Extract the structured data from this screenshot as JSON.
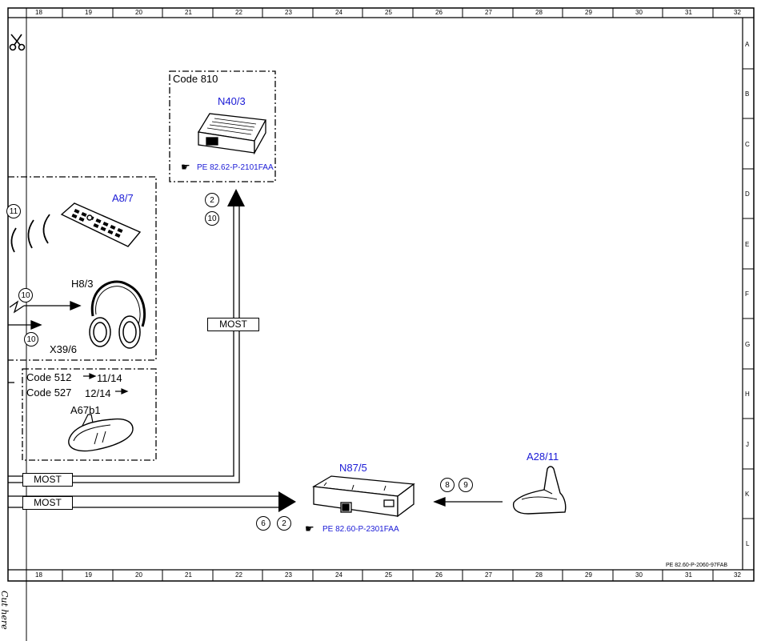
{
  "grid": {
    "columns": [
      "18",
      "19",
      "20",
      "21",
      "22",
      "23",
      "24",
      "25",
      "26",
      "27",
      "28",
      "29",
      "30",
      "31",
      "32"
    ],
    "rows": [
      "A",
      "B",
      "C",
      "D",
      "E",
      "F",
      "G",
      "H",
      "J",
      "K",
      "L"
    ]
  },
  "diagram_id": "PE 82.60-P-2060-97FAB",
  "cut_label": "Cut here",
  "components": {
    "n40_3": {
      "code": "Code 810",
      "name": "N40/3",
      "ref": "PE 82.62-P-2101FAA"
    },
    "a8_7": {
      "name": "A8/7"
    },
    "h8_3": {
      "name": "H8/3"
    },
    "x39_6": {
      "name": "X39/6"
    },
    "a67b1": {
      "code1": "Code 512",
      "ref1": "11/14",
      "code2": "Code 527",
      "ref2": "12/14",
      "name": "A67b1"
    },
    "n87_5": {
      "name": "N87/5",
      "ref": "PE 82.60-P-2301FAA"
    },
    "a28_11": {
      "name": "A28/11"
    }
  },
  "bus": {
    "most_1": "MOST",
    "most_2": "MOST",
    "most_3": "MOST"
  },
  "markers": {
    "m11": "11",
    "m10a": "10",
    "m10b": "10",
    "m2_top": "2",
    "m10_top": "10",
    "m6": "6",
    "m2_bottom": "2",
    "m8": "8",
    "m9": "9"
  }
}
